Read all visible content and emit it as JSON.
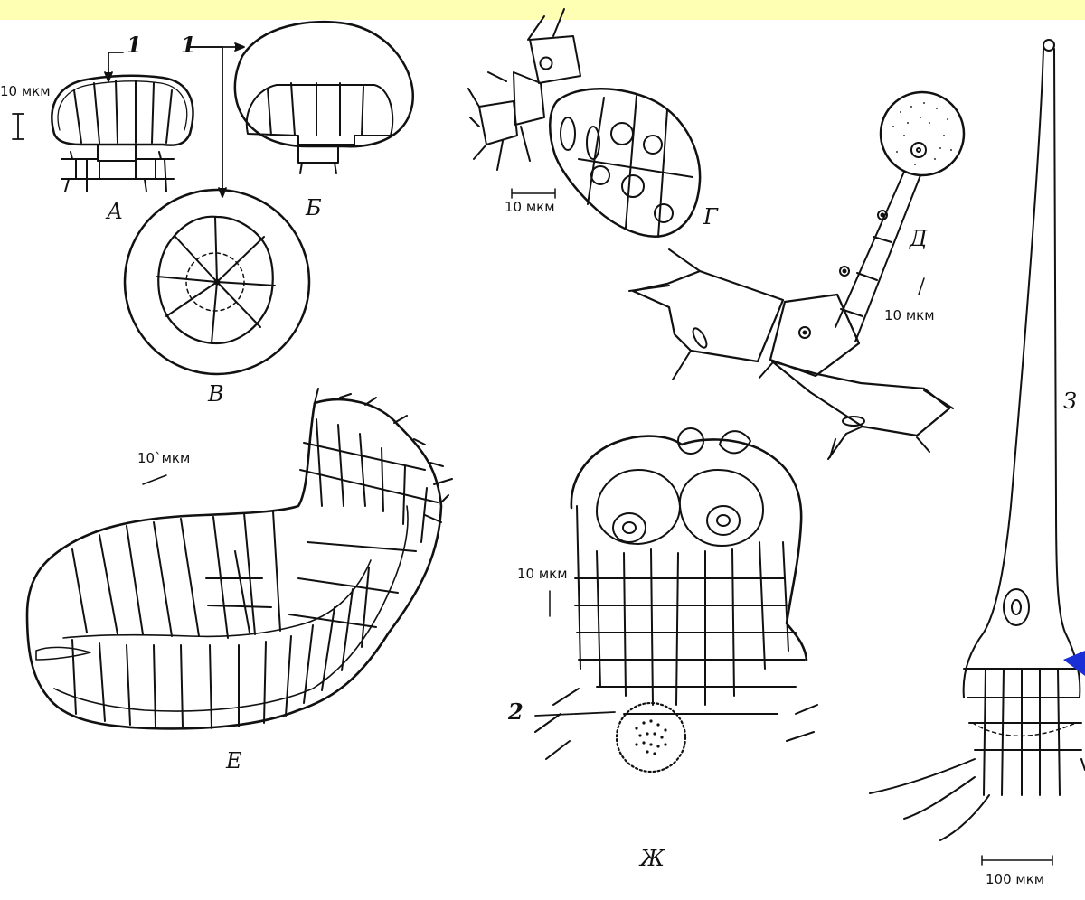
{
  "figure": {
    "panels": {
      "a": "А",
      "b": "Б",
      "v": "В",
      "g": "Г",
      "d": "Д",
      "e": "Е",
      "zh": "Ж",
      "z": "З"
    },
    "callouts": {
      "one_a": "1",
      "one_b": "1",
      "two": "2"
    },
    "scale_bars": {
      "a": "10 мкм",
      "g": "10 мкм",
      "d": "10 мкм",
      "e": "10`мкм",
      "zh": "10 мкм",
      "z": "100 мкм"
    },
    "colors": {
      "top_band": "#ffffb4",
      "ink": "#111111",
      "accent_mark": "#1a2fd6"
    }
  }
}
